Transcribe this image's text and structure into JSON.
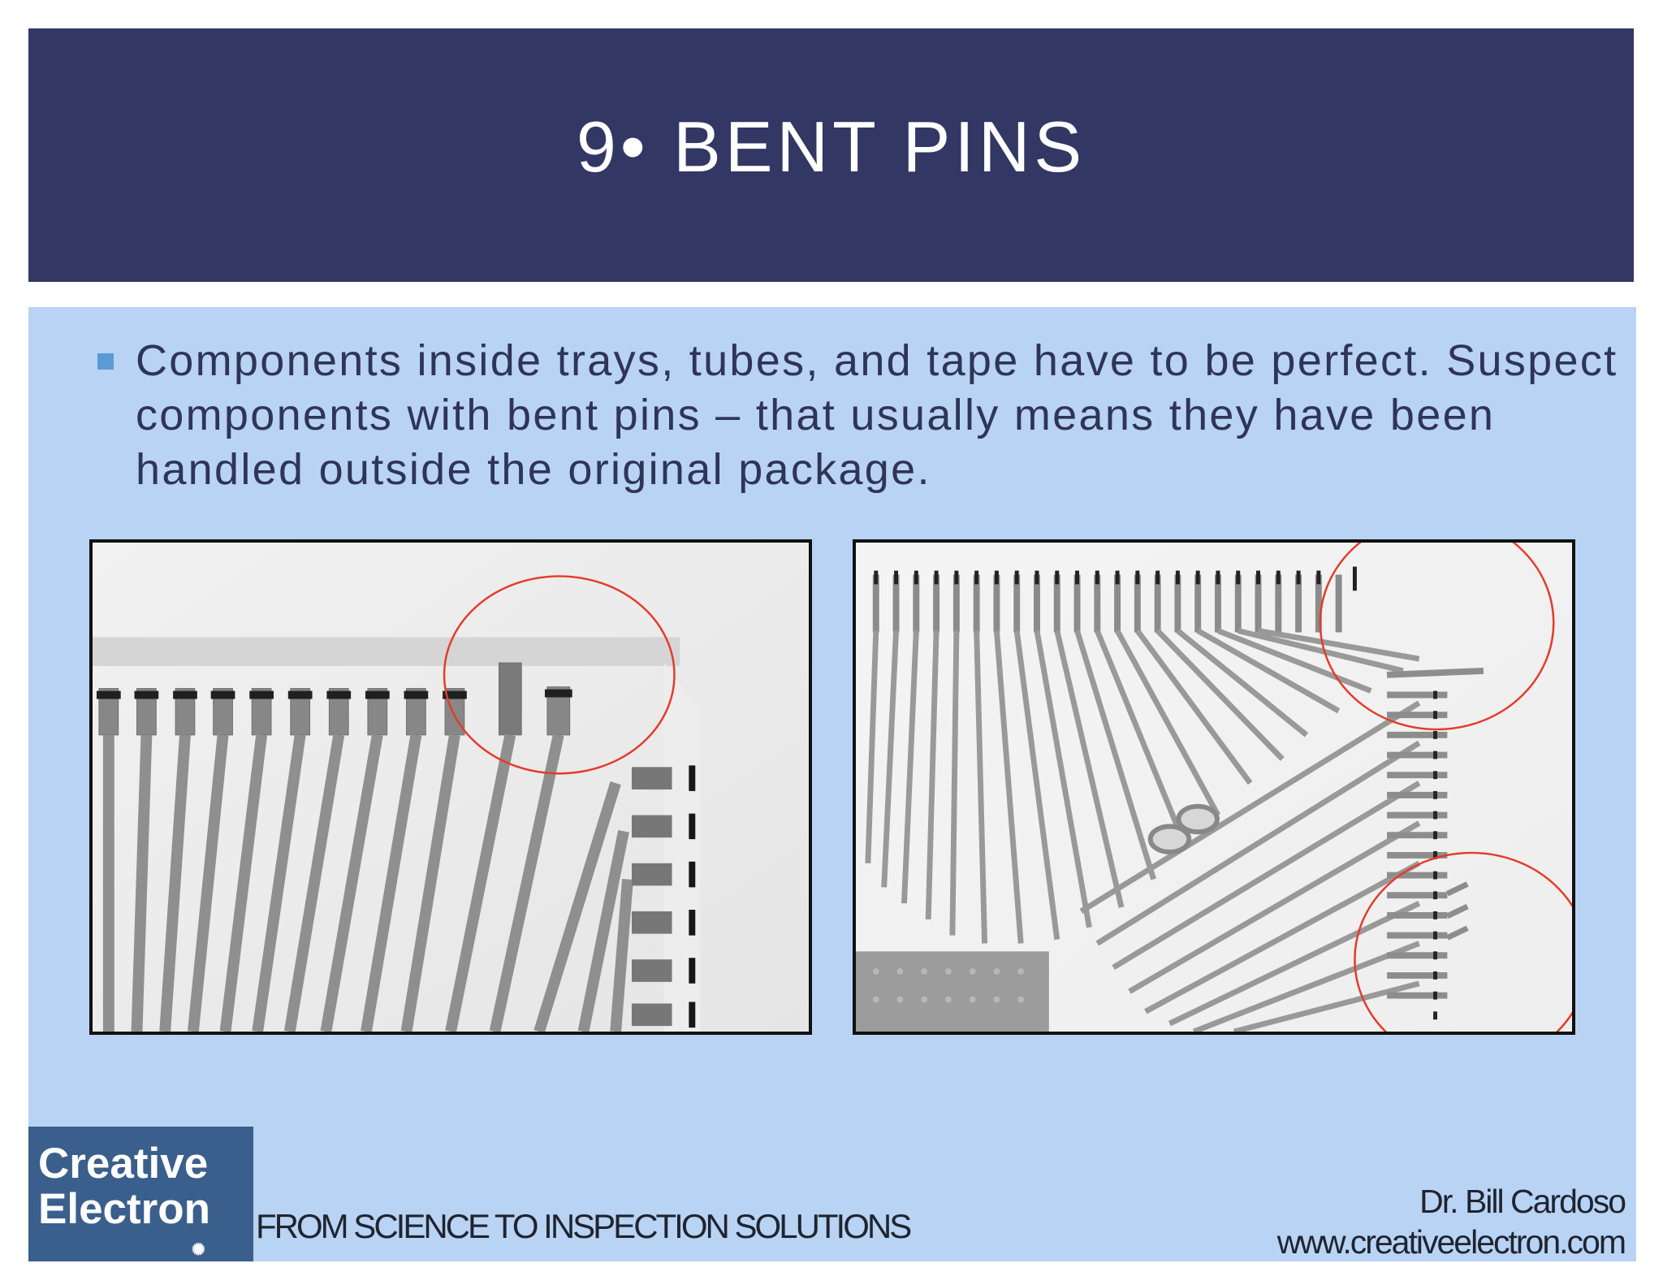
{
  "slide": {
    "title": "9• BENT PINS",
    "bullet": "Components inside trays, tubes, and tape have to be perfect. Suspect components with bent pins – that usually means they have been handled outside the original package.",
    "logo": {
      "line1": "Creative",
      "line2": "Electron"
    },
    "tagline": "FROM SCIENCE TO INSPECTION SOLUTIONS",
    "author": {
      "name": "Dr. Bill Cardoso",
      "website": "www.creativeelectron.com"
    }
  },
  "colors": {
    "header_bg": "#323764",
    "content_bg": "#b9d3f4",
    "bullet_marker": "#5b9bd5",
    "logo_bg": "#3b5f8c",
    "highlight_circle": "#e43b2a"
  },
  "images": [
    {
      "id": "xray-left",
      "kind": "grayscale x-ray photo",
      "highlight_circles": 1
    },
    {
      "id": "xray-right",
      "kind": "grayscale x-ray photo",
      "highlight_circles": 2
    }
  ]
}
